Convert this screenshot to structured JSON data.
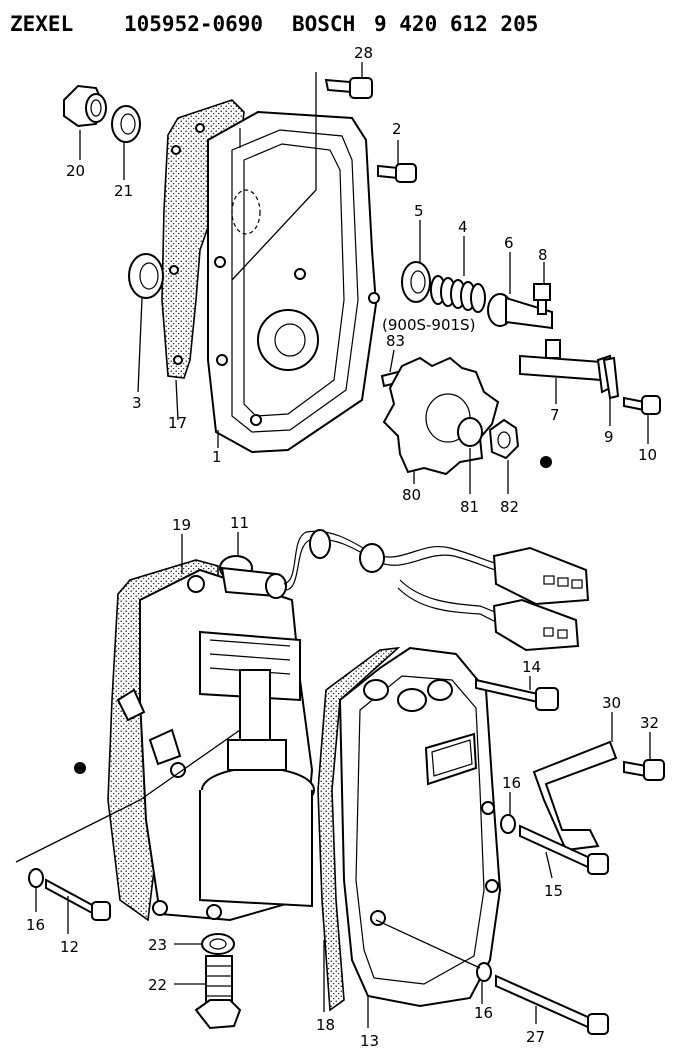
{
  "header": {
    "brand": "ZEXEL",
    "zexel_no": "105952-0690",
    "maker": "BOSCH",
    "bosch_no": "9 420 612 205"
  },
  "labels": {
    "p28": "28",
    "p2": "2",
    "p20": "20",
    "p21": "21",
    "p5": "5",
    "p4": "4",
    "p6": "6",
    "p8": "8",
    "p3": "3",
    "p17": "17",
    "p1": "1",
    "p83": "83",
    "note": "(900S-901S)",
    "p7": "7",
    "p9": "9",
    "p10": "10",
    "p80": "80",
    "p81": "81",
    "p82": "82",
    "p19": "19",
    "p11": "11",
    "p14": "14",
    "p30": "30",
    "p32": "32",
    "p16a": "16",
    "p15": "15",
    "p16b": "16",
    "p12": "12",
    "p23": "23",
    "p22": "22",
    "p18": "18",
    "p13": "13",
    "p16c": "16",
    "p27": "27"
  }
}
